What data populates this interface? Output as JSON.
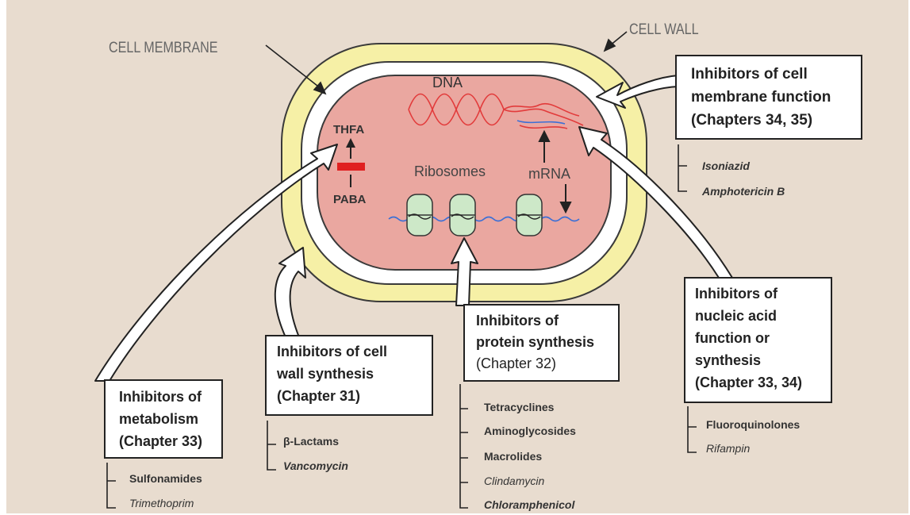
{
  "labels": {
    "cell_membrane": "CELL MEMBRANE",
    "cell_wall": "CELL WALL",
    "dna": "DNA",
    "ribosomes": "Ribosomes",
    "mrna": "mRNA",
    "thfa": "THFA",
    "paba": "PABA"
  },
  "boxes": {
    "membrane": {
      "lines": [
        "Inhibitors of cell",
        "membrane function",
        "(Chapters 34, 35)"
      ],
      "drugs": [
        "Isoniazid",
        "Amphotericin B"
      ]
    },
    "nucleic": {
      "lines": [
        "Inhibitors of",
        "nucleic acid",
        "function or",
        "synthesis",
        "(Chapter 33, 34)"
      ],
      "drugs": [
        "Fluoroquinolones",
        "Rifampin"
      ]
    },
    "protein": {
      "lines": [
        "Inhibitors of",
        "protein synthesis",
        "(Chapter 32)"
      ],
      "drugs": [
        "Tetracyclines",
        "Aminoglycosides",
        "Macrolides",
        "Clindamycin",
        "Chloramphenicol"
      ]
    },
    "wall": {
      "lines": [
        "Inhibitors of cell",
        "wall synthesis",
        "(Chapter 31)"
      ],
      "drugs": [
        "β-Lactams",
        "Vancomycin"
      ]
    },
    "metabolism": {
      "lines": [
        "Inhibitors of",
        "metabolism",
        "(Chapter 33)"
      ],
      "drugs": [
        "Sulfonamides",
        "Trimethoprim"
      ]
    }
  },
  "colors": {
    "background": "#e8dccf",
    "cell_wall": "#f6f0a6",
    "cytoplasm": "#eaa7a0",
    "ribosome": "#cde8c8",
    "dna": "#e23b3b",
    "mrna": "#3b6fd6",
    "block": "#e02020"
  }
}
